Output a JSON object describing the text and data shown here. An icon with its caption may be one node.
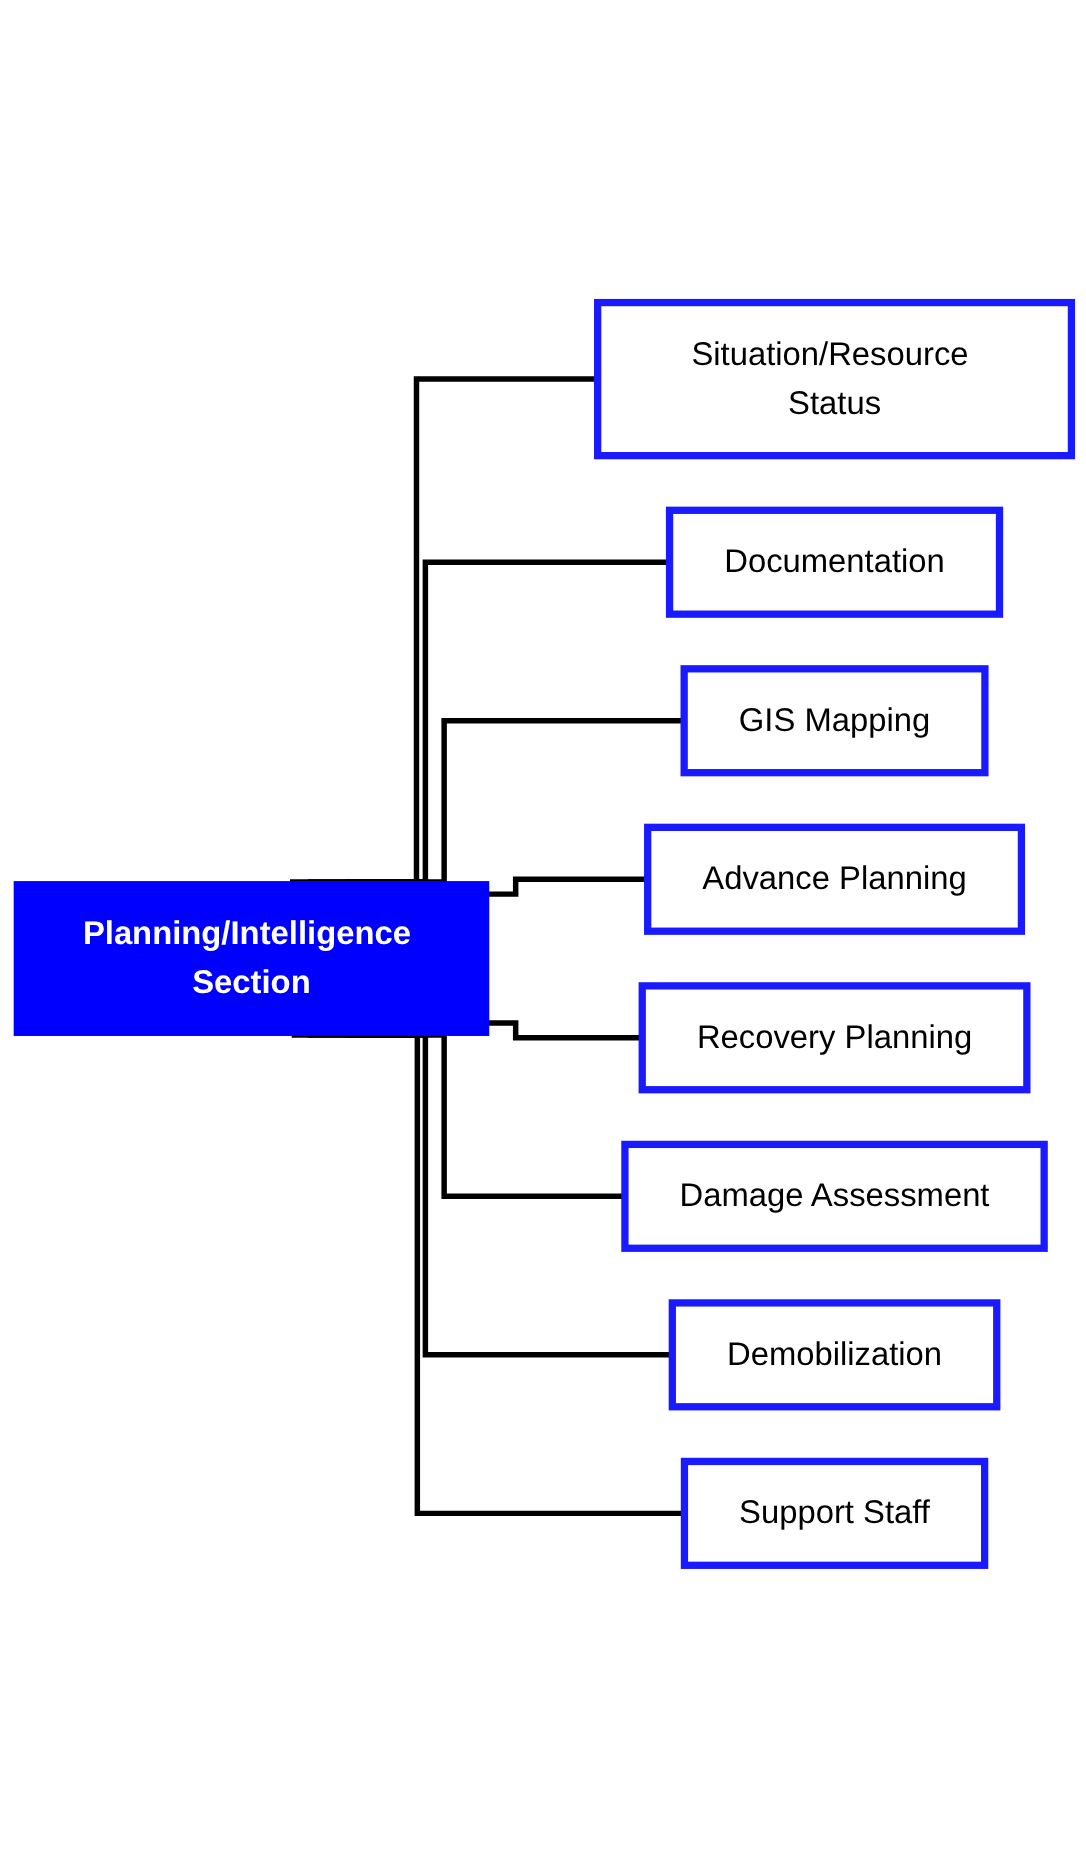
{
  "diagram": {
    "nodes": [
      {
        "text": [
          "Planning/Intelligence Section"
        ]
      },
      {
        "text": [
          "Situation/Resource Status"
        ]
      },
      {
        "text": [
          "Documentation"
        ]
      },
      {
        "text": [
          "GIS Mapping"
        ]
      },
      {
        "text": [
          "Advance Planning"
        ]
      },
      {
        "text": [
          "Recovery Planning"
        ]
      },
      {
        "text": [
          "Damage Assessment"
        ]
      },
      {
        "text": [
          "Demobilization"
        ]
      },
      {
        "text": [
          "Support Staff"
        ]
      }
    ],
    "edges": [
      {
        "from": 0,
        "to": 1,
        "arrow": "none"
      },
      {
        "from": 0,
        "to": 2,
        "arrow": "none"
      },
      {
        "from": 0,
        "to": 3,
        "arrow": "none"
      },
      {
        "from": 0,
        "to": 4,
        "arrow": "none"
      },
      {
        "from": 0,
        "to": 5,
        "arrow": "none"
      },
      {
        "from": 0,
        "to": 6,
        "arrow": "none"
      },
      {
        "from": 0,
        "to": 7,
        "arrow": "none"
      },
      {
        "from": 0,
        "to": 8,
        "arrow": "none"
      }
    ]
  }
}
